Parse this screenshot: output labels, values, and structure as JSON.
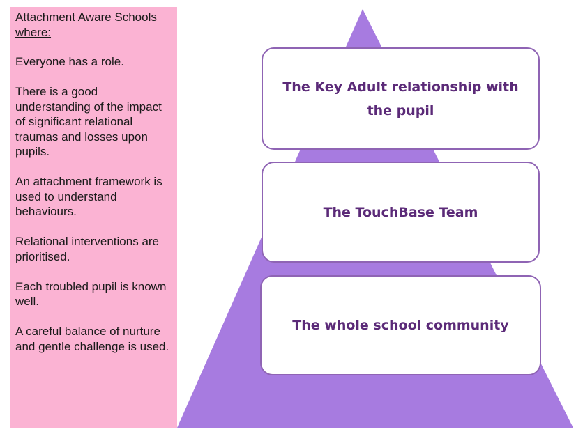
{
  "sidebar": {
    "heading": "Attachment Aware Schools where:",
    "points": [
      "Everyone has a role.",
      "There is a good understanding of the impact of significant relational traumas and losses upon pupils.",
      "An attachment framework is used to understand behaviours.",
      "Relational interventions are prioritised.",
      "Each troubled pupil is known well.",
      "A careful balance of nurture and gentle challenge is used."
    ]
  },
  "pyramid": {
    "layers": [
      "The Key Adult relationship with the pupil",
      "The TouchBase Team",
      "The whole school community"
    ]
  },
  "colors": {
    "sidebar_background": "#fbb3d3",
    "pyramid_fill": "#a77be0",
    "box_border": "#8f64b4",
    "box_text": "#5b2a78"
  }
}
